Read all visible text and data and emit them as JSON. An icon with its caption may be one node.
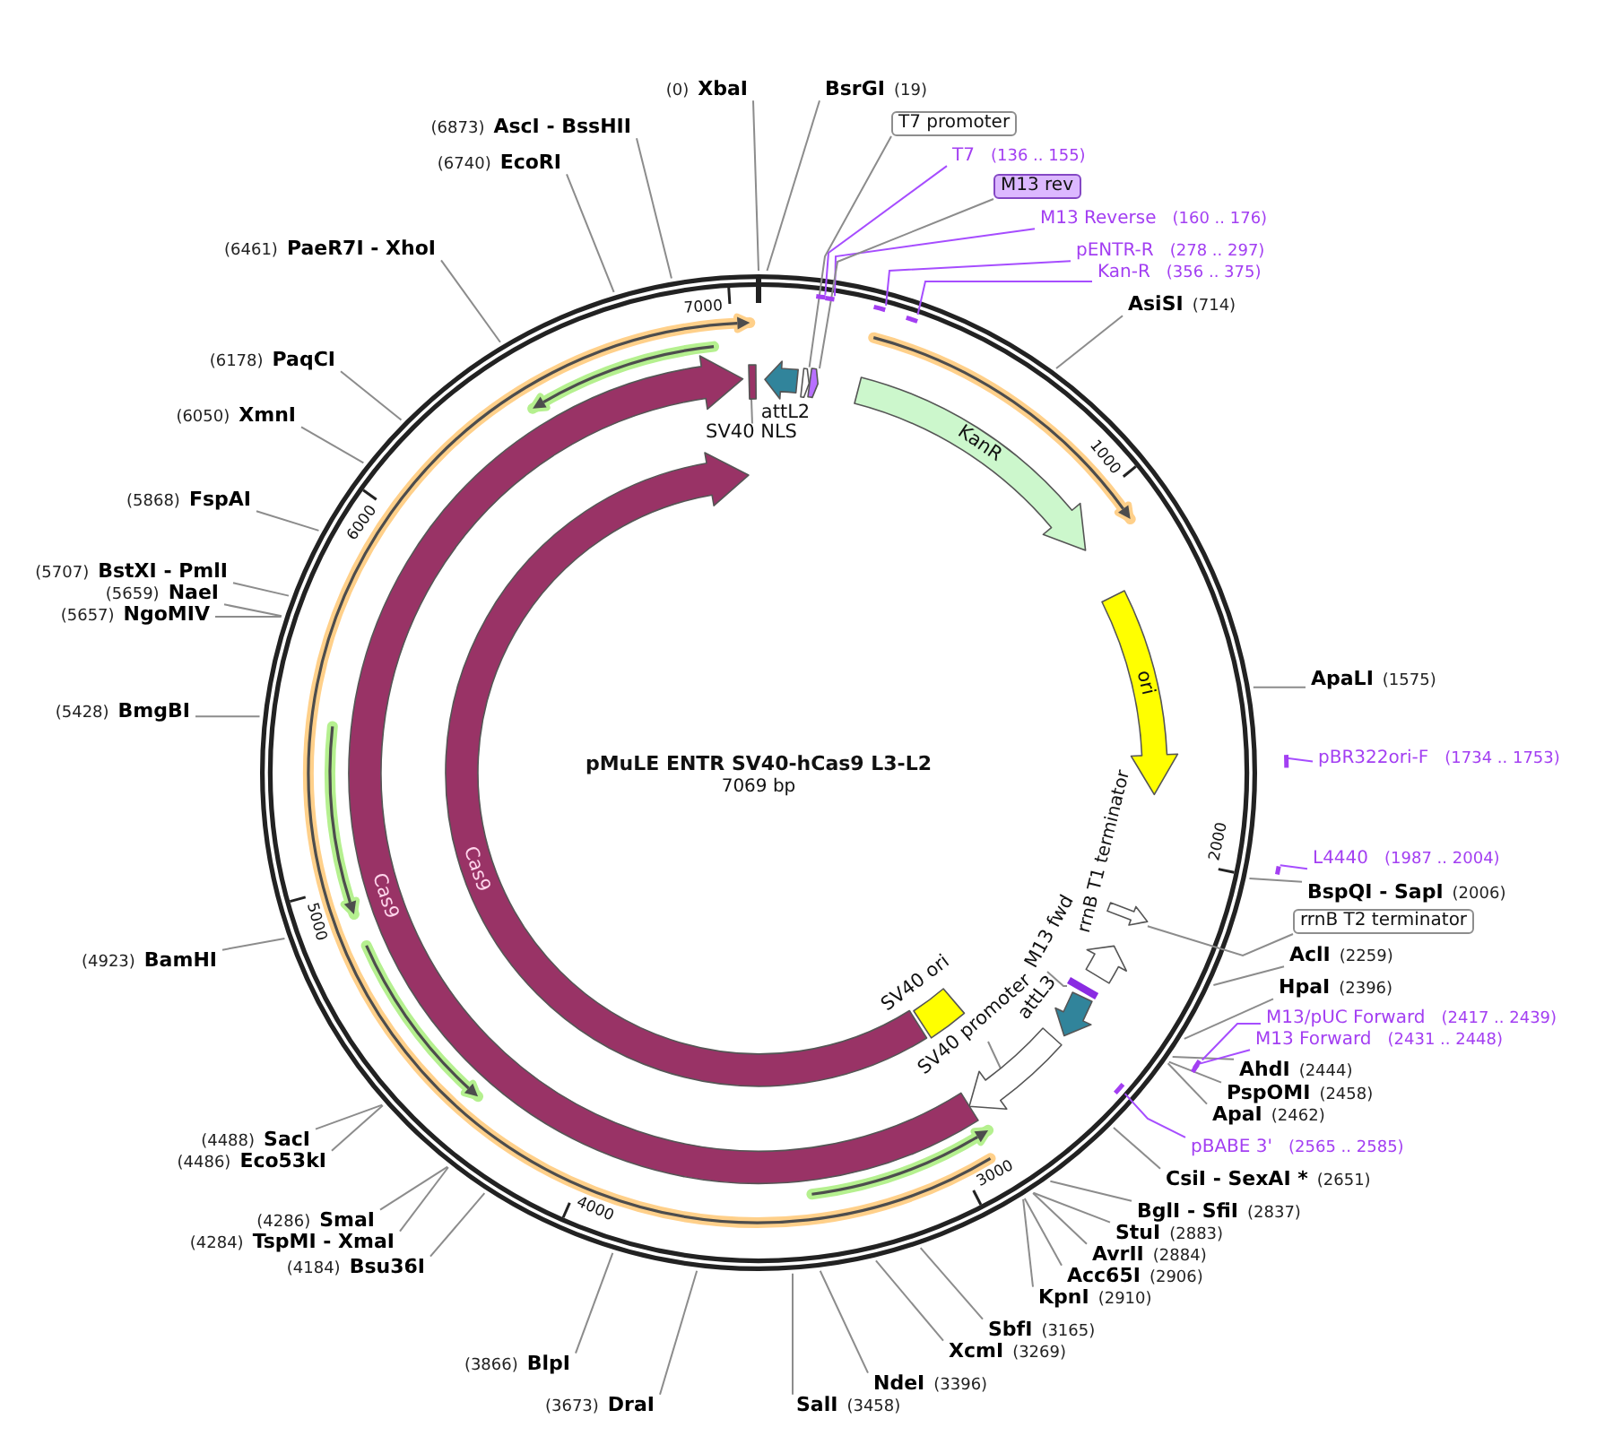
{
  "diagram": {
    "title": "pMuLE ENTR SV40-hCas9 L3-L2",
    "nodes": [
      {
        "text": [
          "(0)",
          "XbaI"
        ]
      },
      {
        "text": [
          "BsrGI",
          "(19)"
        ]
      },
      {
        "text": [
          "T7 promoter"
        ]
      },
      {
        "text": [
          "(6873)",
          "AscI - BssHII"
        ]
      },
      {
        "text": [
          "T7",
          "(136 .. 155)"
        ]
      },
      {
        "text": [
          "(6740)",
          "EcoRI"
        ]
      },
      {
        "text": [
          "M13 rev"
        ]
      },
      {
        "text": [
          "M13 Reverse",
          "(160 .. 176)"
        ]
      },
      {
        "text": [
          "(6461)",
          "PaeR7I - XhoI"
        ]
      },
      {
        "text": [
          "pENTR-R",
          "(278 .. 297)"
        ]
      },
      {
        "text": [
          "Kan-R",
          "(356 .. 375)"
        ]
      },
      {
        "text": [
          "AsiSI",
          "(714)"
        ]
      },
      {
        "text": [
          "(6178)",
          "PaqCI"
        ]
      },
      {
        "text": [
          "(6050)",
          "XmnI"
        ]
      },
      {
        "text": [
          "(5868)",
          "FspAI"
        ]
      },
      {
        "text": [
          "(5707)",
          "BstXI - PmlI"
        ]
      },
      {
        "text": [
          "(5659)",
          "NaeI"
        ]
      },
      {
        "text": [
          "(5657)",
          "NgoMIV"
        ]
      },
      {
        "text": [
          "ApaLI",
          "(1575)"
        ]
      },
      {
        "text": [
          "(5428)",
          "BmgBI"
        ]
      },
      {
        "text": [
          "pBR322ori-F",
          "(1734 .. 1753)"
        ]
      },
      {
        "text": [
          "L4440",
          "(1987 .. 2004)"
        ]
      },
      {
        "text": [
          "BspQI - SapI",
          "(2006)"
        ]
      },
      {
        "text": [
          "rrnB T2 terminator"
        ]
      },
      {
        "text": [
          "AclI",
          "(2259)"
        ]
      },
      {
        "text": [
          "(4923)",
          "BamHI"
        ]
      },
      {
        "text": [
          "HpaI",
          "(2396)"
        ]
      },
      {
        "text": [
          "M13/pUC Forward",
          "(2417 .. 2439)"
        ]
      },
      {
        "text": [
          "M13 Forward",
          "(2431 .. 2448)"
        ]
      },
      {
        "text": [
          "AhdI",
          "(2444)"
        ]
      },
      {
        "text": [
          "PspOMI",
          "(2458)"
        ]
      },
      {
        "text": [
          "ApaI",
          "(2462)"
        ]
      },
      {
        "text": [
          "(4488)",
          "SacI"
        ]
      },
      {
        "text": [
          "pBABE 3'",
          "(2565 .. 2585)"
        ]
      },
      {
        "text": [
          "(4486)",
          "Eco53kI"
        ]
      },
      {
        "text": [
          "CsiI - SexAI *",
          "(2651)"
        ]
      },
      {
        "text": [
          "BglI - SfiI",
          "(2837)"
        ]
      },
      {
        "text": [
          "(4286)",
          "SmaI"
        ]
      },
      {
        "text": [
          "StuI",
          "(2883)"
        ]
      },
      {
        "text": [
          "(4284)",
          "TspMI - XmaI"
        ]
      },
      {
        "text": [
          "AvrII",
          "(2884)"
        ]
      },
      {
        "text": [
          "(4184)",
          "Bsu36I"
        ]
      },
      {
        "text": [
          "Acc65I",
          "(2906)"
        ]
      },
      {
        "text": [
          "KpnI",
          "(2910)"
        ]
      },
      {
        "text": [
          "SbfI",
          "(3165)"
        ]
      },
      {
        "text": [
          "XcmI",
          "(3269)"
        ]
      },
      {
        "text": [
          "(3866)",
          "BlpI"
        ]
      },
      {
        "text": [
          "NdeI",
          "(3396)"
        ]
      },
      {
        "text": [
          "(3673)",
          "DraI"
        ]
      },
      {
        "text": [
          "SalI",
          "(3458)"
        ]
      },
      {
        "text": [
          "SV40 NLS"
        ]
      },
      {
        "text": [
          "M13 fwd"
        ]
      },
      {
        "text": [
          "SV40 promoter"
        ]
      },
      {
        "text": [],
        "shape": "box"
      },
      {
        "text": [],
        "shape": "arrow",
        "beside": [
          "attL2"
        ]
      },
      {
        "text": [],
        "shape": "arrow"
      },
      {
        "text": [],
        "shape": "arrow"
      },
      {
        "text": [
          "KanR"
        ]
      },
      {
        "text": [
          "ori"
        ]
      },
      {
        "text": [],
        "shape": "arrow"
      },
      {
        "text": [
          "rrnB T1 terminator"
        ]
      },
      {
        "text": [],
        "shape": "bar"
      },
      {
        "text": [],
        "shape": "arrow",
        "beside": [
          "attL3"
        ]
      },
      {
        "text": [],
        "shape": "arrow"
      },
      {
        "text": [],
        "shape": "box",
        "beside": [
          "SV40 ori"
        ]
      },
      {
        "text": [
          "Cas9"
        ]
      },
      {
        "text": [
          "Cas9"
        ]
      },
      {
        "text": [],
        "shape": "bar"
      },
      {
        "text": [],
        "shape": "bar"
      },
      {
        "text": [],
        "shape": "bar"
      },
      {
        "text": [],
        "shape": "bar"
      },
      {
        "text": [],
        "shape": "bar"
      },
      {
        "text": [],
        "shape": "bar"
      },
      {
        "text": [],
        "shape": "bar"
      },
      {
        "text": [],
        "shape": "bar"
      },
      {
        "text": [],
        "shape": "bar"
      }
    ],
    "edges": [
      {
        "from": 0,
        "to": null,
        "arrow": "none"
      },
      {
        "from": 1,
        "to": null,
        "arrow": "none"
      },
      {
        "from": 3,
        "to": null,
        "arrow": "none"
      },
      {
        "from": 5,
        "to": null,
        "arrow": "none"
      },
      {
        "from": 8,
        "to": null,
        "arrow": "none"
      },
      {
        "from": 11,
        "to": null,
        "arrow": "none"
      },
      {
        "from": 12,
        "to": null,
        "arrow": "none"
      },
      {
        "from": 13,
        "to": null,
        "arrow": "none"
      },
      {
        "from": 14,
        "to": null,
        "arrow": "none"
      },
      {
        "from": 15,
        "to": null,
        "arrow": "none"
      },
      {
        "from": 16,
        "to": null,
        "arrow": "none"
      },
      {
        "from": 17,
        "to": null,
        "arrow": "none"
      },
      {
        "from": 18,
        "to": null,
        "arrow": "none"
      },
      {
        "from": 19,
        "to": null,
        "arrow": "none"
      },
      {
        "from": 22,
        "to": null,
        "arrow": "none"
      },
      {
        "from": 24,
        "to": null,
        "arrow": "none"
      },
      {
        "from": 25,
        "to": null,
        "arrow": "none"
      },
      {
        "from": 26,
        "to": null,
        "arrow": "none"
      },
      {
        "from": 29,
        "to": null,
        "arrow": "none"
      },
      {
        "from": 30,
        "to": null,
        "arrow": "none"
      },
      {
        "from": 31,
        "to": null,
        "arrow": "none"
      },
      {
        "from": 32,
        "to": null,
        "arrow": "none"
      },
      {
        "from": 34,
        "to": null,
        "arrow": "none"
      },
      {
        "from": 35,
        "to": null,
        "arrow": "none"
      },
      {
        "from": 36,
        "to": null,
        "arrow": "none"
      },
      {
        "from": 37,
        "to": null,
        "arrow": "none"
      },
      {
        "from": 38,
        "to": null,
        "arrow": "none"
      },
      {
        "from": 39,
        "to": null,
        "arrow": "none"
      },
      {
        "from": 40,
        "to": null,
        "arrow": "none"
      },
      {
        "from": 41,
        "to": null,
        "arrow": "none"
      },
      {
        "from": 42,
        "to": null,
        "arrow": "none"
      },
      {
        "from": 43,
        "to": null,
        "arrow": "none"
      },
      {
        "from": 44,
        "to": null,
        "arrow": "none"
      },
      {
        "from": 45,
        "to": null,
        "arrow": "none"
      },
      {
        "from": 46,
        "to": null,
        "arrow": "none"
      },
      {
        "from": 47,
        "to": null,
        "arrow": "none"
      },
      {
        "from": 48,
        "to": null,
        "arrow": "none"
      },
      {
        "from": 49,
        "to": null,
        "arrow": "none"
      },
      {
        "from": 4,
        "to": 67,
        "arrow": "none",
        "color": "#a64dff"
      },
      {
        "from": 7,
        "to": 68,
        "arrow": "none",
        "color": "#a64dff"
      },
      {
        "from": 9,
        "to": 69,
        "arrow": "none",
        "color": "#a64dff"
      },
      {
        "from": 10,
        "to": 70,
        "arrow": "none",
        "color": "#a64dff"
      },
      {
        "from": 20,
        "to": 71,
        "arrow": "none",
        "color": "#a64dff"
      },
      {
        "from": 21,
        "to": 72,
        "arrow": "none",
        "color": "#a64dff"
      },
      {
        "from": 27,
        "to": 73,
        "arrow": "none",
        "color": "#a64dff"
      },
      {
        "from": 28,
        "to": 74,
        "arrow": "none",
        "color": "#a64dff"
      },
      {
        "from": 33,
        "to": 75,
        "arrow": "none",
        "color": "#a64dff"
      },
      {
        "from": 2,
        "to": 55,
        "arrow": "none"
      },
      {
        "from": 6,
        "to": 56,
        "arrow": "none"
      },
      {
        "from": 23,
        "to": 59,
        "arrow": "none"
      },
      {
        "from": 50,
        "to": 53,
        "arrow": "none"
      },
      {
        "from": 51,
        "to": 61,
        "arrow": "none"
      },
      {
        "from": 52,
        "to": 63,
        "arrow": "none"
      }
    ],
    "labels": [
      "7000",
      "1000",
      "6000",
      "7069 bp",
      "2000",
      "5000",
      "3000",
      "4000"
    ]
  }
}
